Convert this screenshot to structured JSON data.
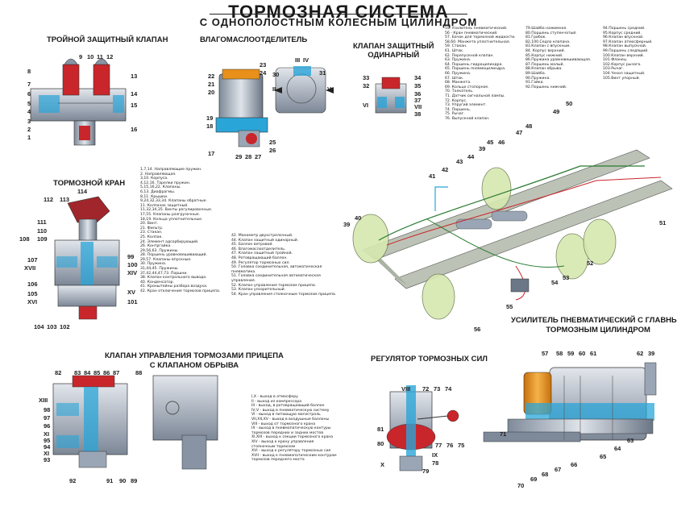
{
  "title": "ТОРМОЗНАЯ СИСТЕМА",
  "subtitle": "С ОДНОПОЛОСТНЫМ КОЛЕСНЫМ ЦИЛИНДРОМ",
  "sections": {
    "triple_valve": "ТРОЙНОЙ ЗАЩИТНЫЙ КЛАПАН",
    "separator": "ВЛАГОМАСЛООТДЕЛИТЕЛЬ",
    "single_valve_1": "КЛАПАН ЗАЩИТНЫЙ",
    "single_valve_2": "ОДИНАРНЫЙ",
    "brake_valve": "ТОРМОЗНОЙ КРАН",
    "trailer_valve_1": "КЛАПАН УПРАВЛЕНИЯ ТОРМОЗАМИ ПРИЦЕПА",
    "trailer_valve_2": "С КЛАПАНОМ ОБРЫВА",
    "regulator": "РЕГУЛЯТОР ТОРМОЗНЫХ СИЛ",
    "booster_1": "УСИЛИТЕЛЬ ПНЕВМАТИЧЕСКИЙ С ГЛАВНЫМ",
    "booster_2": "ТОРМОЗНЫМ ЦИЛИНДРОМ"
  },
  "legends": {
    "top_center": "55. Усилитель пневматический.\n56 - Кран пневматический.\n57. Бачок для тормозной жидкости.\n58,60. Манжета уплотнительная.\n59. Стакан.\n61. Шток.\n62. Перепускной клапан.\n63. Пружина.\n64. Поршень гидроцилиндра.\n65. Поршень пневмоцилиндра.\n66. Пружина.\n67. Шток.\n68. Манжета.\n69. Кольцо стопорное.\n70. Толкатель.\n71. Датчик сигнальной лампы.\n72. Корпус.\n73. Упругий элемент.\n74. Поршень.\n75. Рычаг.\n76. Выпускной клапан.",
    "top_right_1": "79.Шайба нажимная.\n80.Поршень ступенчатый.\n81.Грибок.\n82,100.Седло клапана.\n83.Клапан с впускным.\n84. Корпус верхний.\n85.Корпус нижний.\n86.Пружина уравновешивающая.\n87.Поршень малый.\n88.Клапан обрыва.\n89.Шайба.\n90.Пружина.\n91.Гайка.\n92.Поршень нижний.",
    "top_right_2": "94.Поршень средний.\n95.Корпус средний.\n96.Клапан впускной.\n97.Клапан атмосферный.\n98.Клапан выпускной.\n99.Поршень следящий.\n100.Клапан верхний.\n101.Фланец.\n102.Корпус рычага.\n103.Рычаг.\n104.Чехол защитный.\n105.Винт упорный.",
    "middle_1": "1,7,14. Направляющие пружин.\n2. Направляющая.\n3,10. Корпуса.\n4,12,16. Тарелки пружин.\n5,15,16,22. Клапаны.\n6,13. Диафрагмы.\n8,11. Крышки.\n9,24,32,33,34. Клапаны обратные.\n11. Колпачок защитный.\n11,32,34,35. Винты регулировочные.\n17,55. Клапаны разгрузочные.\n18,19. Кольца уплотнительные.\n20. Винт.\n21. Фильтр.\n23. Стакан.\n25. Колпак.\n24. Элемент адсорбирующий.\n26. Контргайка.\n29,56,63. Пружины.\n28. Поршень уравновешивающий.\n29,57. Клапаны впускные.\n30. Пружина.\n31,44,45. Пружины.\n37,42,44,47,73. Поршни.\n38. Клапан контрольного вывода.\n40. Конденсатор.\n41. Кронштейны разбора воздуха.\n42. Кран отключения тормозов прицепа.",
    "middle_2": "42. Манометр двухстрелочный.\n44. Клапан защитный одинарный.\n45. Баллон ветровой.\n46. Влагомаслоотделитель.\n47. Клапан защитный тройной.\n48. Ротовращающий баллон.\n49. Регулятор тормозных сил.\n50. Головка соединительная, автоматическая\nпневматика.\n51. Головка соединительная автоматическая\nуправления.\n52. Клапан управления тормозом прицепа.\n53. Клапан ускорительный.\n54. Кран управления стояночным тормозом прицепа.",
    "bottom": "I,X - выход в атмосферу\nII - выход из компрессора\nIII - выход, в ротовращающий баллон\nIV,V - выход в пневматическую систему\nVI - выход в питающую магистраль\nVII,XII,XV - выход в воздушные баллоны\nVIII - выход от тормозного крана\nIX - выход в пневмопатическую контуры\nтормозов передних и задних мостов\nXI,XIII - выход к секции тормозного крана\nXIV - выход к крану управления\nстояночным тормозом\nXVI - выход к регулятору тормозных сил\nXVII - выход к пневмопатическим контурам\nтормозов переднего моста"
  },
  "callouts": {
    "triple": [
      "8",
      "7",
      "6",
      "5",
      "4",
      "3",
      "2",
      "1",
      "9",
      "10",
      "11",
      "12",
      "13",
      "14",
      "15",
      "16"
    ],
    "separator": [
      "23",
      "24",
      "22",
      "21",
      "20",
      "19",
      "18",
      "17",
      "29",
      "28",
      "27",
      "26",
      "25",
      "30",
      "III",
      "IV",
      "II",
      "V",
      "31"
    ],
    "single": [
      "33",
      "32",
      "VI",
      "34",
      "35",
      "36",
      "37",
      "VII",
      "38"
    ],
    "brake": [
      "114",
      "112",
      "113",
      "111",
      "110",
      "109",
      "108",
      "107",
      "XVII",
      "106",
      "105",
      "XVI",
      "104",
      "103",
      "102",
      "99",
      "100",
      "XIV",
      "XV",
      "101"
    ],
    "chassis": [
      "39",
      "40",
      "41",
      "42",
      "43",
      "44",
      "39",
      "45",
      "46",
      "47",
      "48",
      "49",
      "50",
      "51",
      "52",
      "53",
      "54",
      "55",
      "56"
    ],
    "trailer": [
      "82",
      "83",
      "84",
      "85",
      "86",
      "87",
      "XIII",
      "98",
      "97",
      "96",
      "XI",
      "95",
      "94",
      "XI",
      "93",
      "92",
      "91",
      "90",
      "89",
      "88"
    ],
    "regulator": [
      "VIII",
      "72",
      "73",
      "74",
      "81",
      "80",
      "X",
      "77",
      "76",
      "75",
      "IX",
      "78",
      "79"
    ],
    "booster": [
      "57",
      "58",
      "59",
      "60",
      "61",
      "62",
      "39",
      "71",
      "70",
      "69",
      "68",
      "67",
      "66",
      "65",
      "64",
      "63"
    ]
  },
  "colors": {
    "steel": "#a9b4c2",
    "steel_dark": "#5e6b7d",
    "air_blue": "#2aa5d8",
    "red": "#c9262b",
    "orange": "#e8901a",
    "chassis": "#bcc3b6",
    "wheel": "#d6e8b0"
  }
}
